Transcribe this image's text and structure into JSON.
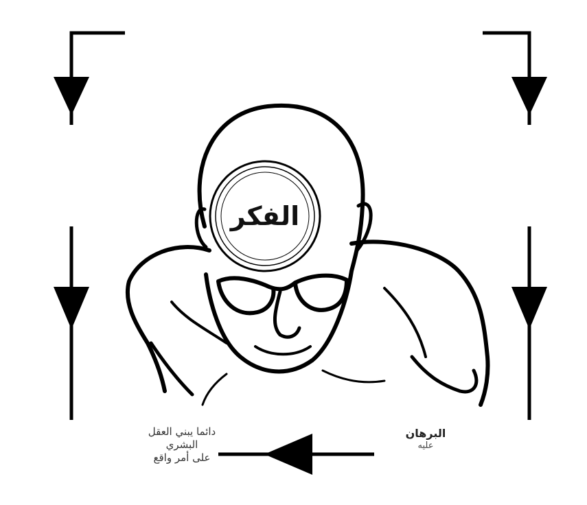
{
  "diagram": {
    "center_word": "الفكر",
    "bottom_left_text_line1": "دائما يبني العقل البشري",
    "bottom_left_text_line2": "على أمر واقع",
    "bottom_right_text_line1": "البرهان",
    "bottom_right_text_line2": "عليه"
  },
  "colors": {
    "ink": "#000000",
    "background": "#ffffff"
  },
  "icons": {
    "figure": "thinking-head-illustration"
  }
}
